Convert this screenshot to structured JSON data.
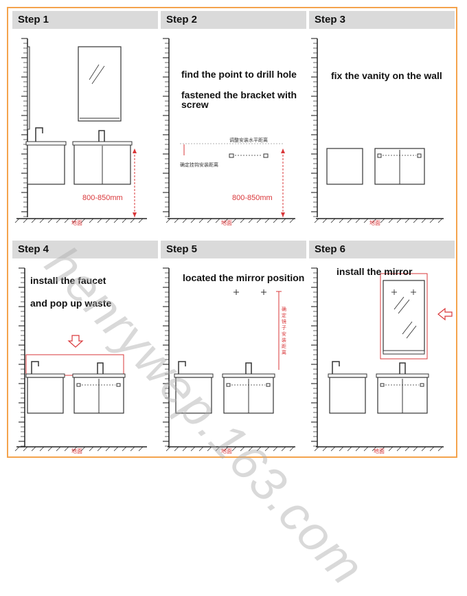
{
  "steps": [
    {
      "title": "Step 1",
      "floor_label": "地面",
      "measure": "800-850mm"
    },
    {
      "title": "Step 2",
      "floor_label": "地面",
      "measure": "800-850mm",
      "notes": [
        "find the point to drill hole",
        "fastened the bracket with",
        "screw"
      ],
      "label_horizontal": "调整安装水平距离",
      "label_vertical": "确定挂钩安装距离"
    },
    {
      "title": "Step 3",
      "floor_label": "地面",
      "notes": [
        "fix the vanity on the wall"
      ]
    },
    {
      "title": "Step 4",
      "floor_label": "地面",
      "notes": [
        "install the faucet",
        "and pop up waste"
      ]
    },
    {
      "title": "Step 5",
      "floor_label": "地面",
      "notes": [
        "located the mirror position"
      ],
      "label_vertical": "确定镜子安装距离"
    },
    {
      "title": "Step 6",
      "floor_label": "地面",
      "notes": [
        "install the mirror"
      ]
    }
  ],
  "watermark": "henrywep.163.com",
  "colors": {
    "frame": "#f4a34c",
    "header": "#dadada",
    "accent": "#d9373a"
  }
}
